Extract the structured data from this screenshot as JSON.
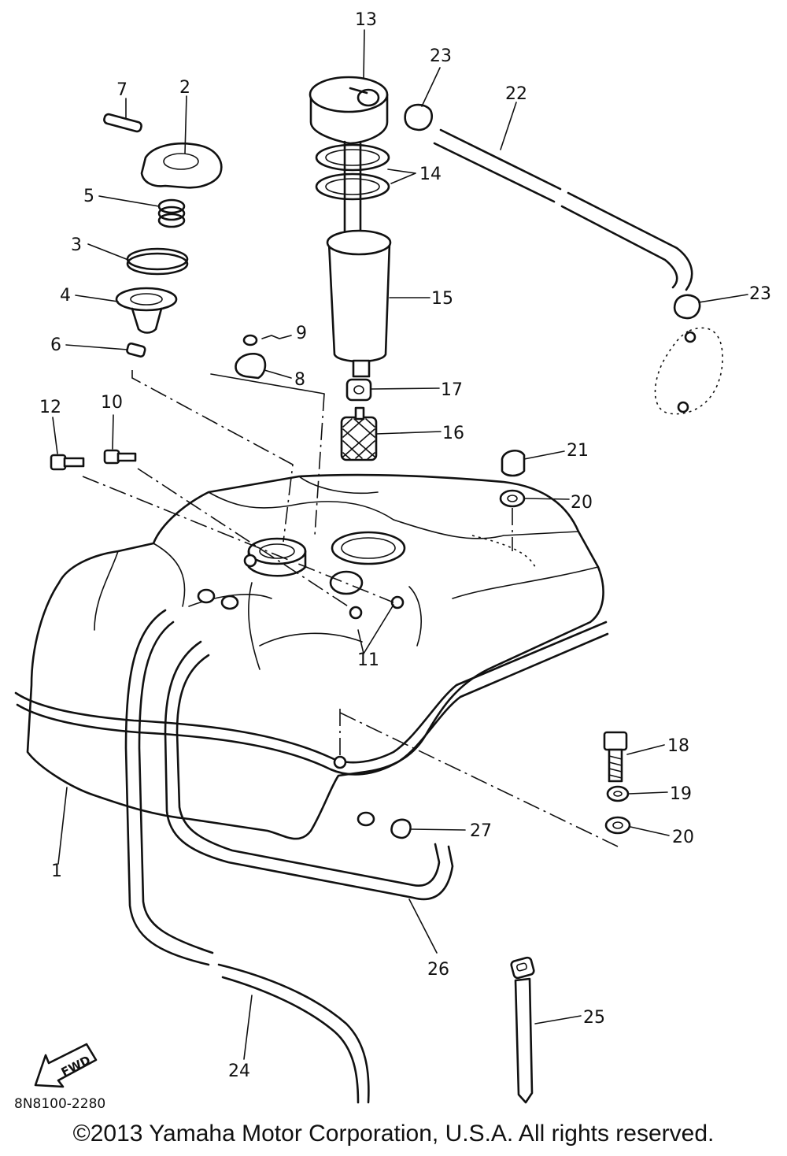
{
  "diagram": {
    "callouts": {
      "c1": "1",
      "c2": "2",
      "c3": "3",
      "c4": "4",
      "c5": "5",
      "c6": "6",
      "c7": "7",
      "c8": "8",
      "c9": "9",
      "c10": "10",
      "c11": "11",
      "c12": "12",
      "c13": "13",
      "c14": "14",
      "c15": "15",
      "c16": "16",
      "c17": "17",
      "c18": "18",
      "c19": "19",
      "c20a": "20",
      "c20b": "20",
      "c21": "21",
      "c22": "22",
      "c23a": "23",
      "c23b": "23",
      "c24": "24",
      "c25": "25",
      "c26": "26",
      "c27": "27"
    },
    "fwd_label": "FWD",
    "drawing_ref": "8N8100-2280"
  },
  "footer": {
    "copyright": "©2013 Yamaha Motor Corporation, U.S.A. All rights reserved."
  }
}
